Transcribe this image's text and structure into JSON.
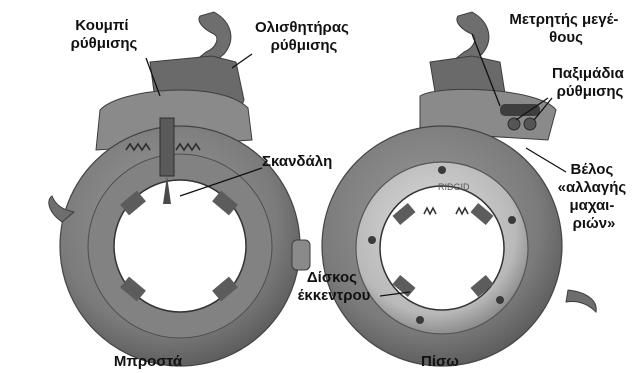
{
  "labels": {
    "adjust_knob": [
      "Κουμπί",
      "ρύθμισης"
    ],
    "adjust_slider": [
      "Ολισθητήρας",
      "ρύθμισης"
    ],
    "trigger": "Σκανδάλη",
    "size_gauge": [
      "Μετρητής μεγέ-",
      "θους"
    ],
    "adjust_nuts": [
      "Παξιμάδια",
      "ρύθμισης"
    ],
    "blade_arrow": [
      "Βέλος",
      "«αλλαγής",
      "μαχαι-",
      "ριών»"
    ],
    "cam_disc": [
      "Δίσκος",
      "έκκεντρου"
    ]
  },
  "captions": {
    "front": "Μπροστά",
    "back": "Πίσω"
  },
  "brand_stamp": "RIDGID",
  "colors": {
    "body": "#7b7b7b",
    "body_dark": "#565656",
    "body_light": "#9a9a9a",
    "ring_metal": "#c4c4c4",
    "text": "#111111"
  }
}
